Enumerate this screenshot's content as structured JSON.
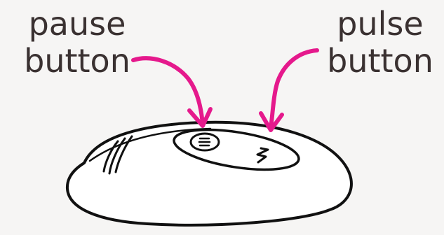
{
  "labels": {
    "pause": {
      "line1": "pause",
      "line2": "button"
    },
    "pulse": {
      "line1": "pulse",
      "line2": "button"
    }
  },
  "colors": {
    "background": "#f6f5f4",
    "text": "#3a3131",
    "arrow": "#e5198c",
    "sketch": "#111111"
  },
  "icons": {
    "pause_button_glyph": "three-horizontal-lines",
    "pulse_button_glyph": "zigzag"
  }
}
